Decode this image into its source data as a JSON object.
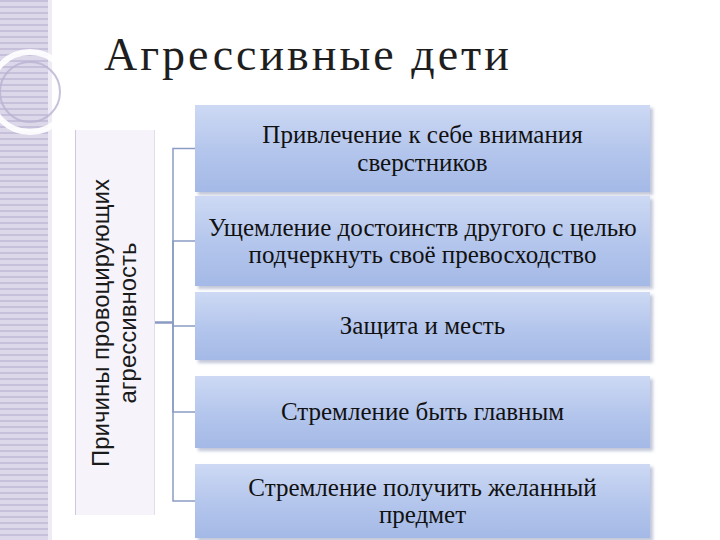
{
  "diagram": {
    "title": "Агрессивные дети",
    "nodes": [
      {
        "text": [
          "Причины провоцирующих агрессивность"
        ]
      },
      {
        "text": [
          "Привлечение к себе внимания сверстников"
        ]
      },
      {
        "text": [
          "Ущемление достоинств другого с целью подчеркнуть своё превосходство"
        ]
      },
      {
        "text": [
          "Защита и месть"
        ]
      },
      {
        "text": [
          "Стремление быть главным"
        ]
      },
      {
        "text": [
          "Стремление получить желанный предмет"
        ]
      }
    ],
    "edges": [
      {
        "from": 0,
        "to": 1,
        "arrow": "none"
      },
      {
        "from": 0,
        "to": 2,
        "arrow": "none"
      },
      {
        "from": 0,
        "to": 3,
        "arrow": "none"
      },
      {
        "from": 0,
        "to": 4,
        "arrow": "none"
      },
      {
        "from": 0,
        "to": 5,
        "arrow": "none"
      }
    ]
  }
}
